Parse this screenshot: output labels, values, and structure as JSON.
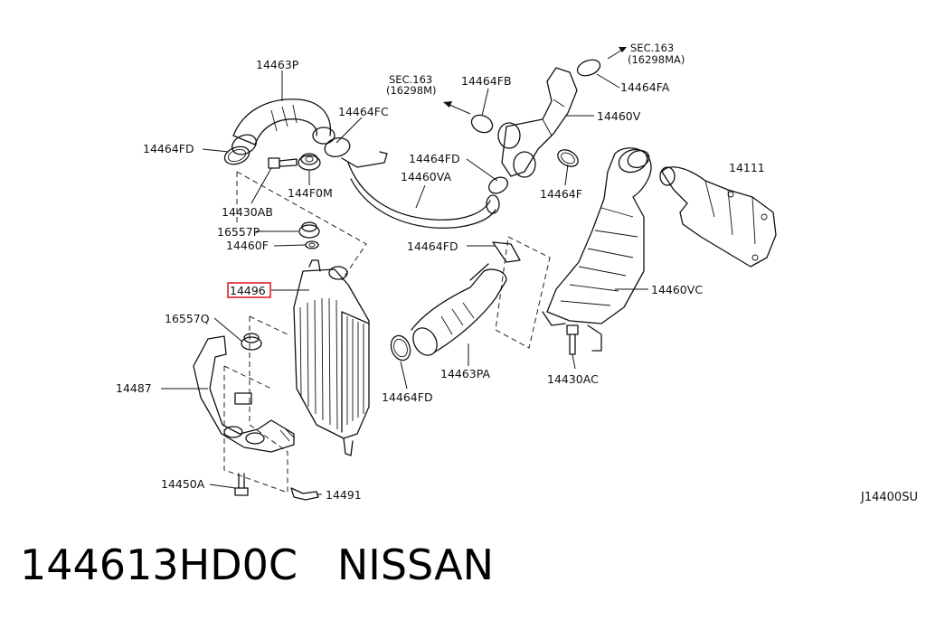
{
  "diagram": {
    "highlight_color": "#e0202a",
    "labels": {
      "p14463P": "14463P",
      "p14464FC": "14464FC",
      "p14464FD_top": "14464FD",
      "p144F0M": "144F0M",
      "p14430AB": "14430AB",
      "sec163_left": "SEC.163",
      "sec163_left_sub": "(16298M)",
      "p14464FB": "14464FB",
      "sec163_right": "SEC.163",
      "sec163_right_sub": "(16298MA)",
      "p14464FA": "14464FA",
      "p14460V": "14460V",
      "p14464FD_mid": "14464FD",
      "p14460VA": "14460VA",
      "p14464F": "14464F",
      "p14111": "14111",
      "p16557P": "16557P",
      "p14460F": "14460F",
      "p14464FD_right": "14464FD",
      "p14496": "14496",
      "p16557Q": "16557Q",
      "p14460VC": "14460VC",
      "p14487": "14487",
      "p14464FD_bottom": "14464FD",
      "p14463PA": "14463PA",
      "p14430AC": "14430AC",
      "p14450A": "14450A",
      "p14491": "14491"
    },
    "code": "J14400SU"
  },
  "caption": {
    "part_number": "144613HD0C",
    "brand": "NISSAN"
  }
}
